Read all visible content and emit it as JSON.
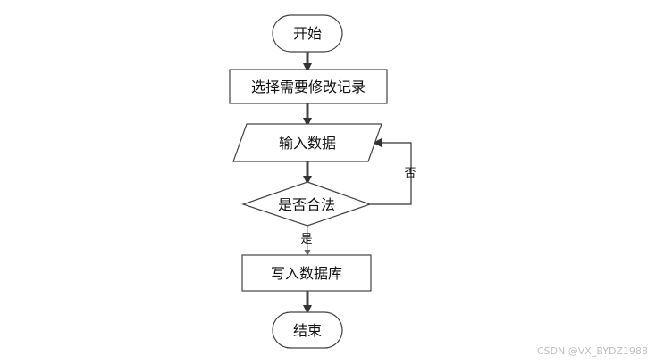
{
  "nodes": {
    "start": "开始",
    "select_record": "选择需要修改记录",
    "input_data": "输入数据",
    "is_valid": "是否合法",
    "write_db": "写入数据库",
    "end": "结束"
  },
  "edges": {
    "yes_label": "是",
    "no_label": "否"
  },
  "watermark": "CSDN @VX_BYDZ1988",
  "colors": {
    "stroke": "#444444",
    "node_fill": "#ffffff",
    "arrow": "#333333"
  }
}
